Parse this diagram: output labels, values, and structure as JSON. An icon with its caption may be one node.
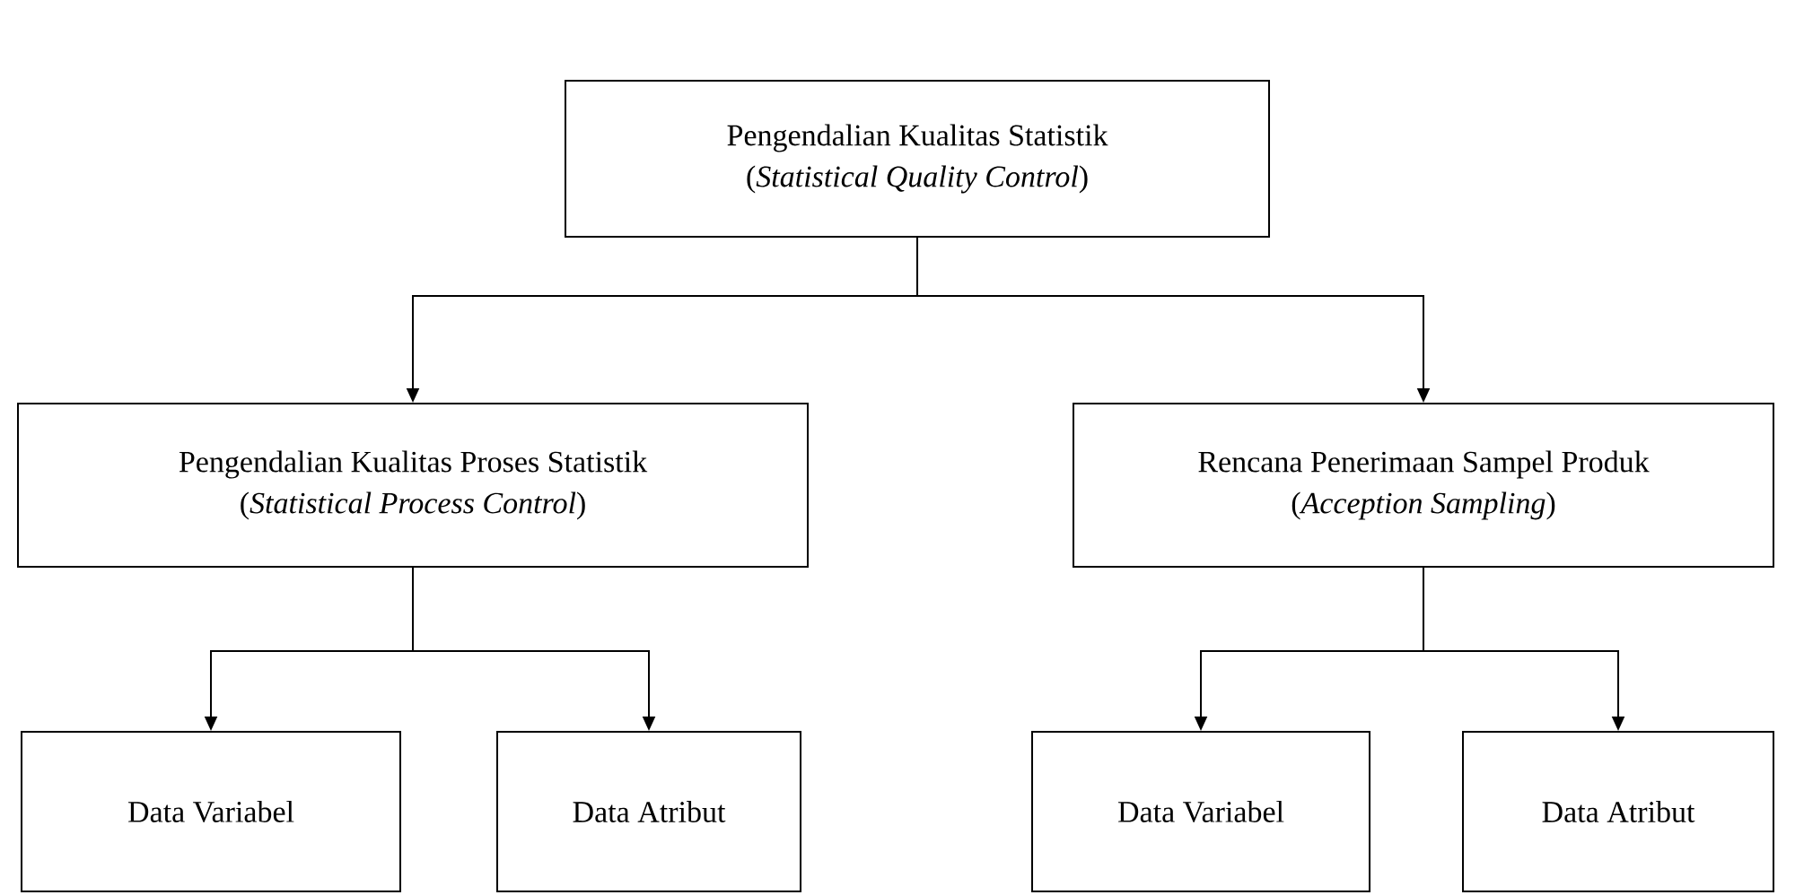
{
  "diagram": {
    "nodes": [
      {
        "text": [
          "Pengendalian Kualitas Statistik",
          "(*Statistical Quality Control*)"
        ]
      },
      {
        "text": [
          "Pengendalian Kualitas Proses Statistik",
          "(*Statistical Process Control*)"
        ]
      },
      {
        "text": [
          "Rencana Penerimaan Sampel Produk",
          "(*Acception Sampling*)"
        ]
      },
      {
        "text": [
          "Data Variabel"
        ]
      },
      {
        "text": [
          "Data Atribut"
        ]
      },
      {
        "text": [
          "Data Variabel"
        ]
      },
      {
        "text": [
          "Data Atribut"
        ]
      }
    ],
    "edges": [
      {
        "from": 0,
        "to": 1,
        "arrow": "to"
      },
      {
        "from": 0,
        "to": 2,
        "arrow": "to"
      },
      {
        "from": 1,
        "to": 3,
        "arrow": "to"
      },
      {
        "from": 1,
        "to": 4,
        "arrow": "to"
      },
      {
        "from": 2,
        "to": 5,
        "arrow": "to"
      },
      {
        "from": 2,
        "to": 6,
        "arrow": "to"
      }
    ]
  }
}
